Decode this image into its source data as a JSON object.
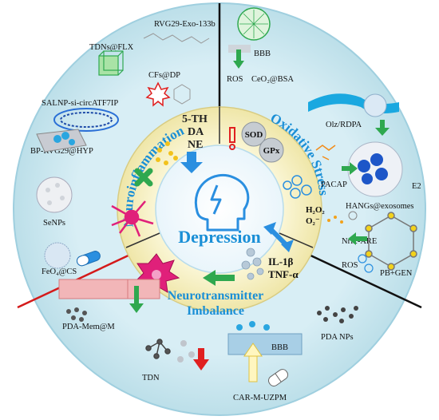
{
  "center": {
    "title": "Depression"
  },
  "sectors": {
    "neuroinflammation": "Neuroinflammation",
    "oxidative_stress": "Oxidative Stress",
    "neurotransmitter_line1": "Neurotransmitter",
    "neurotransmitter_line2": "Imbalance"
  },
  "inner_labels": {
    "th": "5-TH",
    "da": "DA",
    "ne": "NE",
    "sod": "SOD",
    "gpx": "GPx",
    "h2o2": "H₂O₂",
    "o2": "O₂⁻",
    "il1b": "IL-1β",
    "tnfa": "TNF-α"
  },
  "nanomaterials": {
    "rvg29_exo": "RVG29-Exo-133b",
    "tdns_flx": "TDNs@FLX",
    "cfs_dp": "CFs@DP",
    "salnp": "SALNP-si-circATF7IP",
    "bp_rvg29": "BP-RVG29@HYP",
    "senps": "SeNPs",
    "feo_cs": "FeO₄@CS",
    "bbb_top": "BBB",
    "ros_top": "ROS",
    "ceo2_bsa": "CeO₂@BSA",
    "olz_rdpa": "Olz/RDPA",
    "pacap": "PACAP",
    "e2": "E2",
    "hangs": "HANGs@exosomes",
    "nrf2": "Nrf2-ARE",
    "ros_right": "ROS",
    "pb_gen": "PB+GEN",
    "pda_nps": "PDA NPs",
    "bbb_bottom": "BBB",
    "car_m": "CAR-M-UZPM",
    "tdn": "TDN",
    "pda_mem": "PDA-Mem@M"
  },
  "colors": {
    "outer_ring": "#c9e6ef",
    "middle_ring": "#f4efc4",
    "inner_ring": "#ffffff",
    "sector_text": "#1a8fd6",
    "arrow_blue": "#2a8fe0",
    "arrow_green": "#2fa84f",
    "arrow_red": "#e02020",
    "divider_red": "#d41a1a",
    "divider_black": "#111111",
    "cell_magenta": "#e0207a"
  }
}
